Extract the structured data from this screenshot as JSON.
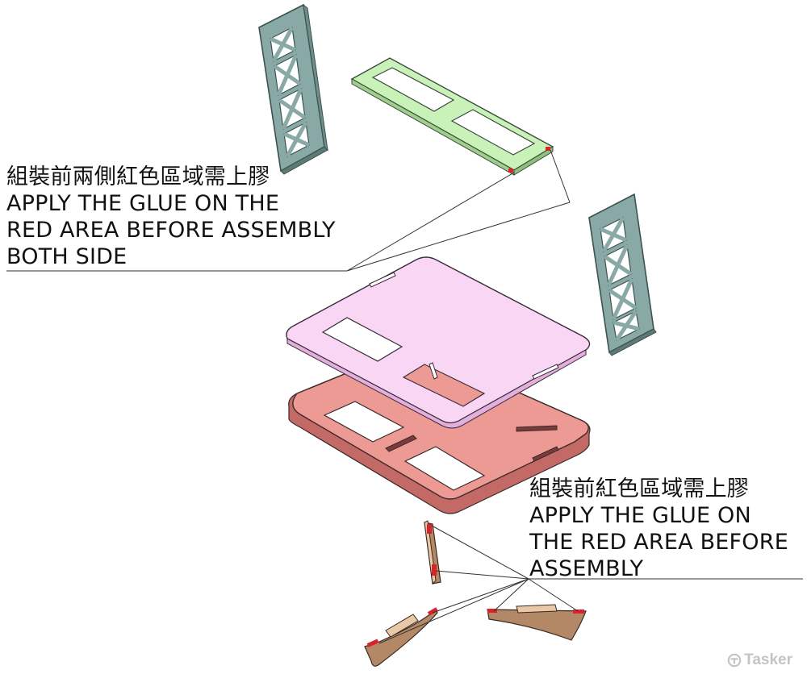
{
  "callouts": {
    "upper": {
      "line1": "組裝前兩側紅色區域需上膠",
      "line2": "APPLY THE GLUE ON THE",
      "line3": "RED AREA BEFORE ASSEMBLY",
      "line4": "BOTH SIDE"
    },
    "lower": {
      "line1": "組裝前紅色區域需上膠",
      "line2": "APPLY THE GLUE ON",
      "line3": "THE RED AREA BEFORE",
      "line4": "ASSEMBLY"
    }
  },
  "watermark": {
    "text": "Tasker",
    "icon": "tasker-logo-icon"
  },
  "colors": {
    "truss": "#88a9a6",
    "truss_dark": "#4f6e6b",
    "green_plate": "#c9f2b8",
    "pink_plate": "#f8d6f4",
    "red_plate": "#ee9a94",
    "glue_red": "#d8232a",
    "wood": "#b28866",
    "wood_top": "#e8c8a6"
  }
}
